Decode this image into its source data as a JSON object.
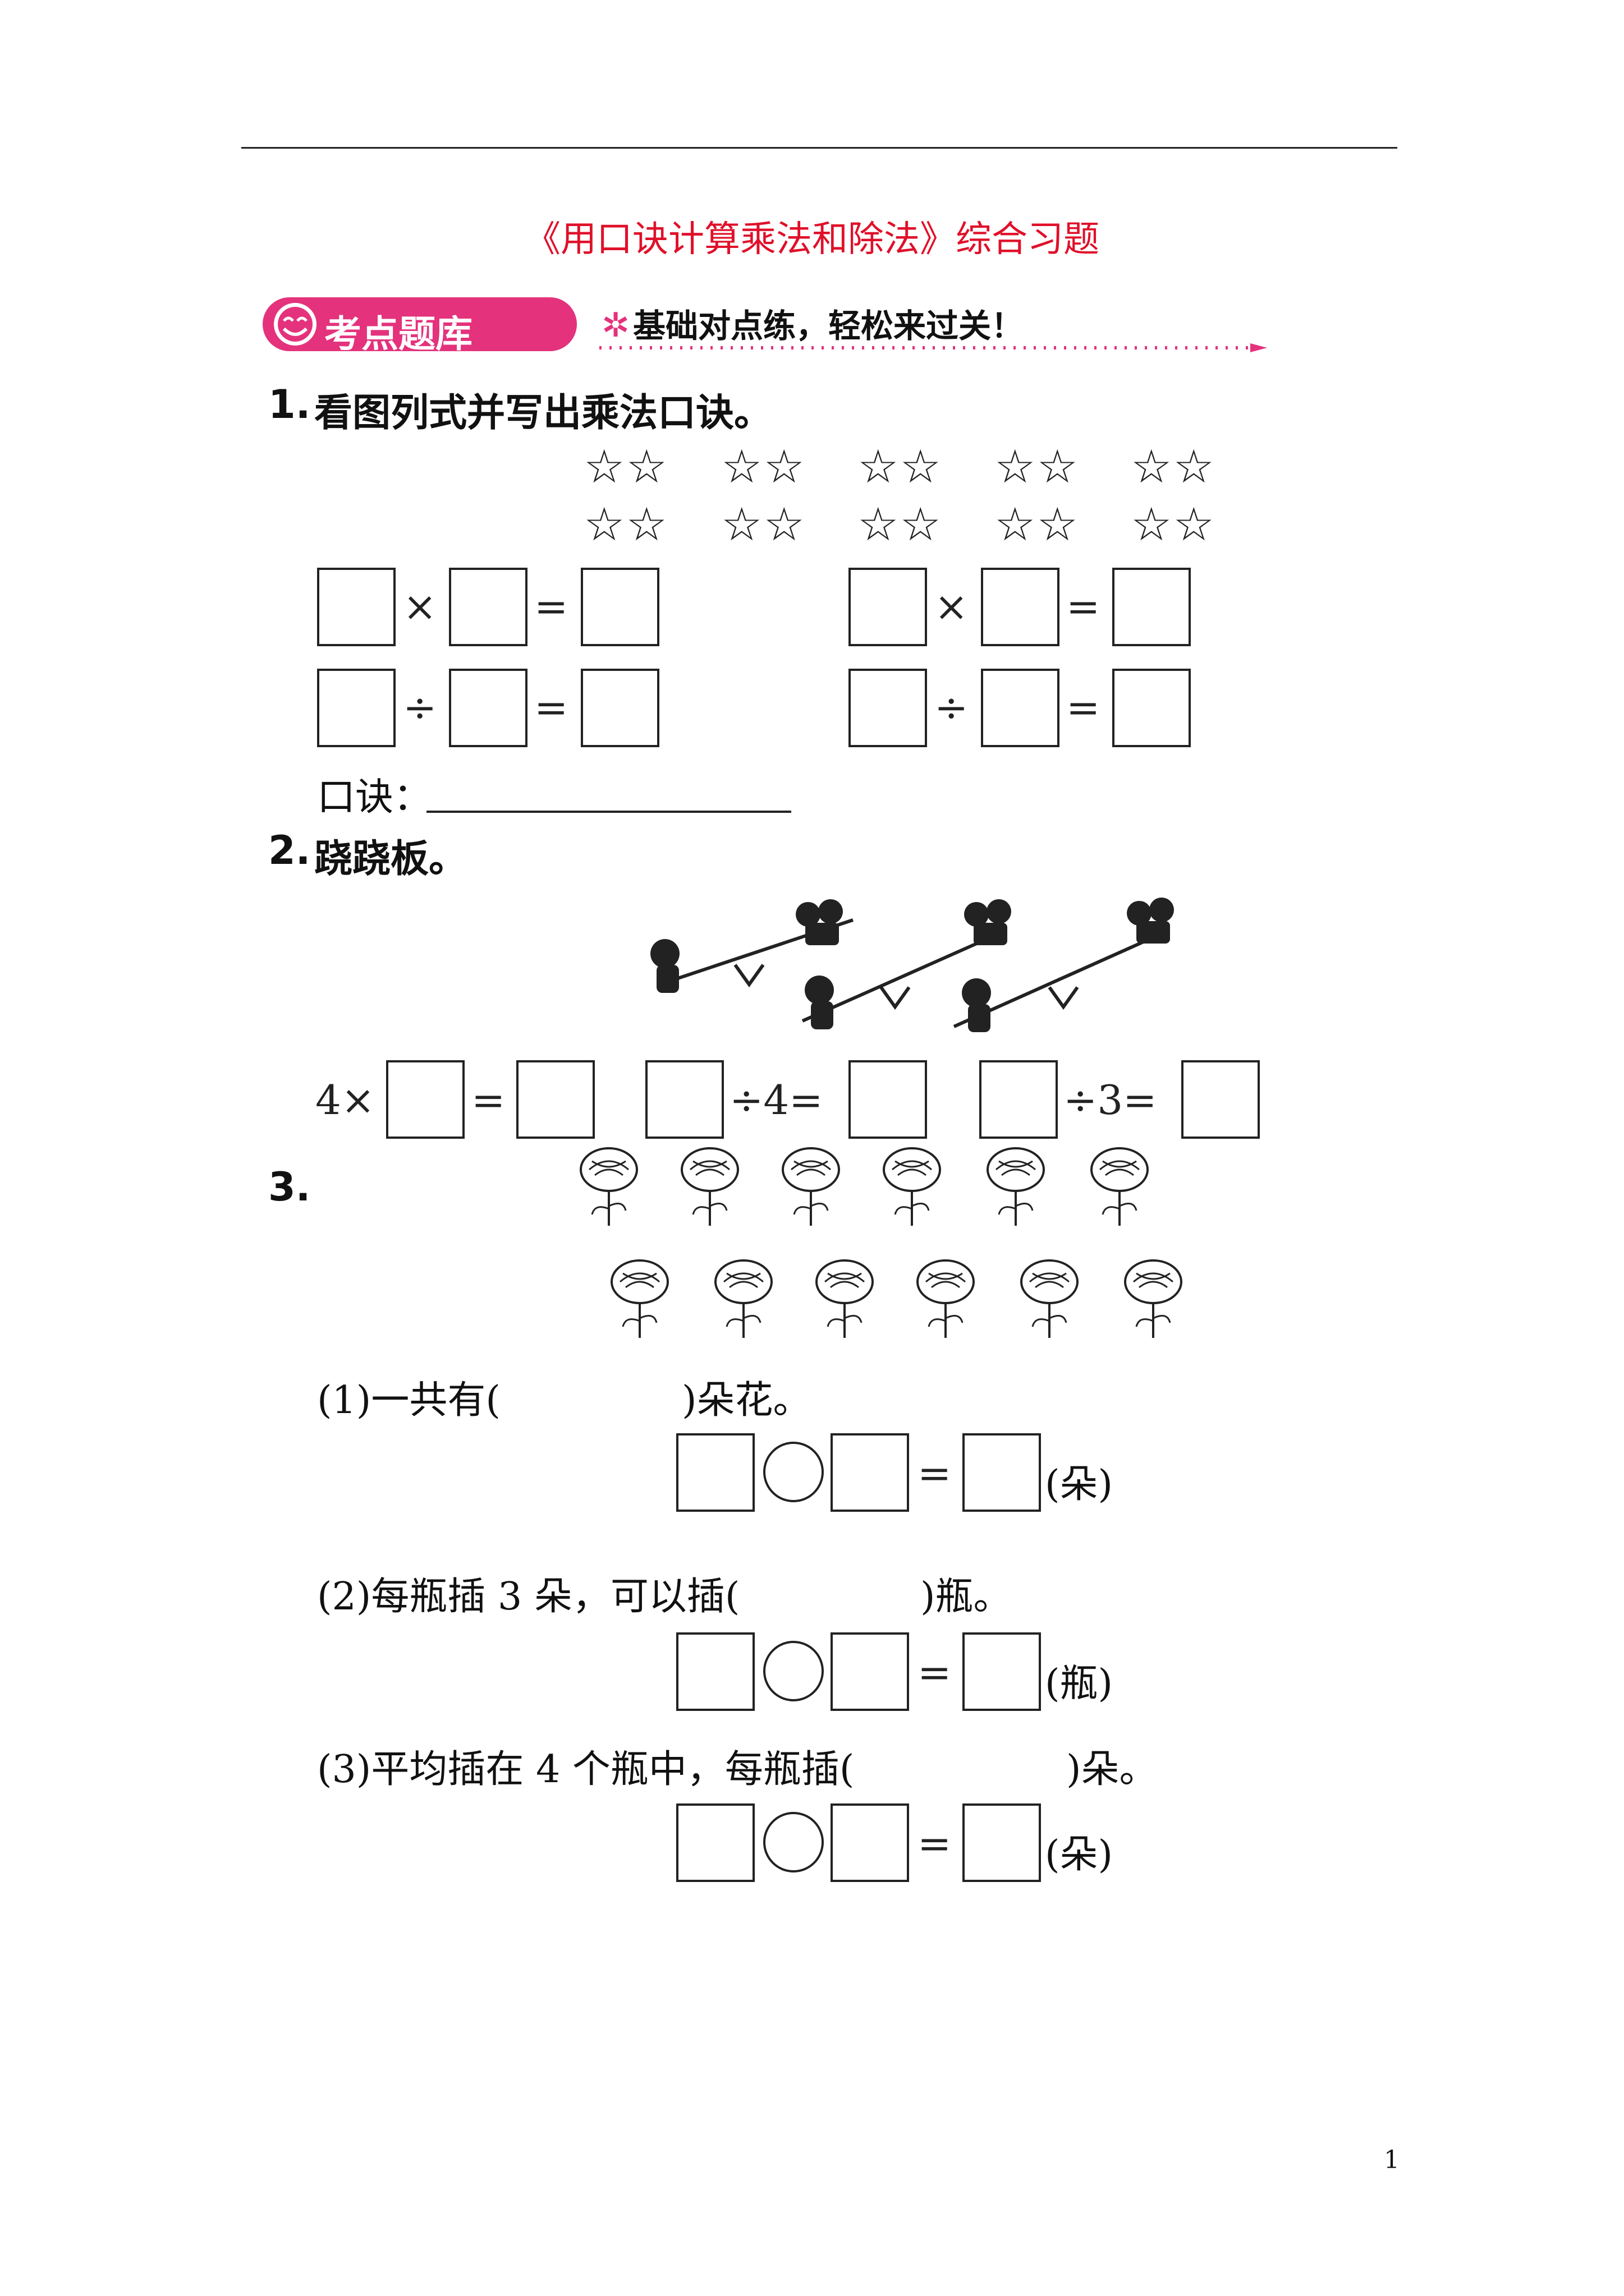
{
  "title": "《用口诀计算乘法和除法》综合习题",
  "banner": {
    "label": "考点题库",
    "slogan": "基础对点练，轻松来过关！",
    "color": "#e4327c"
  },
  "q1": {
    "num": "1.",
    "text": "看图列式并写出乘法口诀。",
    "star_glyph": "☆☆",
    "times": "×",
    "divide": "÷",
    "equals": "=",
    "formula_label": "口诀："
  },
  "q2": {
    "num": "2.",
    "text": "跷跷板。",
    "eq1_prefix": "4×",
    "eq2_mid": "÷4=",
    "eq3_mid": "÷3=",
    "equals": "="
  },
  "q3": {
    "num": "3.",
    "p1_a": "(1)一共有(",
    "p1_b": ")朵花。",
    "unit1": "(朵)",
    "p2_a": "(2)每瓶插 3 朵，可以插(",
    "p2_b": ")瓶。",
    "unit2": "(瓶)",
    "p3_a": "(3)平均插在 4 个瓶中，每瓶插(",
    "p3_b": ")朵。",
    "unit3": "(朵)",
    "equals": "="
  },
  "page_number": "1"
}
